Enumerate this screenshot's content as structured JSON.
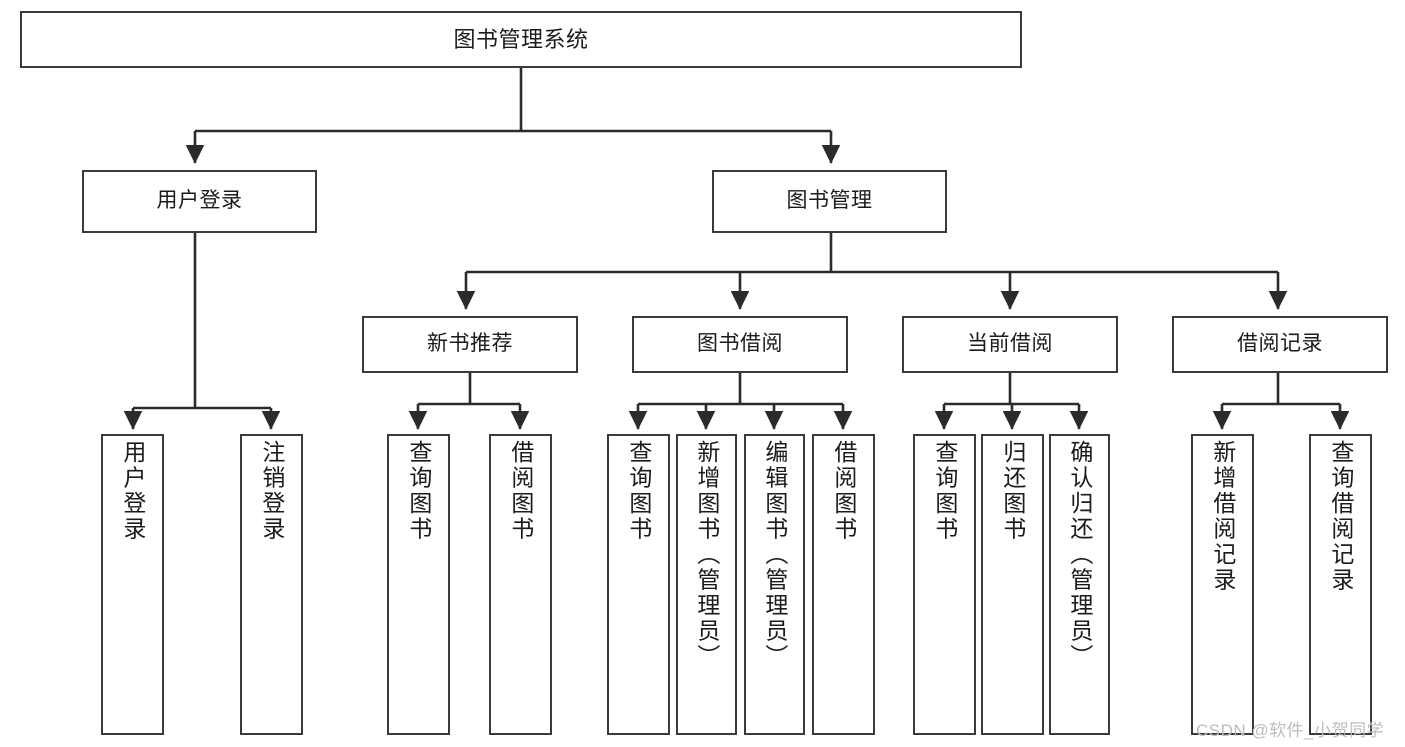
{
  "diagram": {
    "type": "tree",
    "title": "图书管理系统",
    "orientation": "top-down",
    "colors": {
      "node_border": "#3a3a3a",
      "node_fill": "#ffffff",
      "edge": "#2b2b2b",
      "text": "#1b1b1b",
      "watermark": "#bdbdbd"
    },
    "watermark": "CSDN @软件_小贺同学",
    "nodes": {
      "root": {
        "label": "图书管理系统",
        "level": 1
      },
      "level2": [
        {
          "id": "user-login",
          "label": "用户登录"
        },
        {
          "id": "book-management",
          "label": "图书管理"
        }
      ],
      "level3": [
        {
          "id": "new-book-recommend",
          "label": "新书推荐",
          "parent": "book-management"
        },
        {
          "id": "book-borrow",
          "label": "图书借阅",
          "parent": "book-management"
        },
        {
          "id": "current-borrow",
          "label": "当前借阅",
          "parent": "book-management"
        },
        {
          "id": "borrow-record",
          "label": "借阅记录",
          "parent": "book-management"
        }
      ],
      "leaves": [
        {
          "id": "leaf-user-login",
          "label": "用户登录",
          "parent": "user-login"
        },
        {
          "id": "leaf-logout",
          "label": "注销登录",
          "parent": "user-login"
        },
        {
          "id": "leaf-query-book-1",
          "label": "查询图书",
          "parent": "new-book-recommend"
        },
        {
          "id": "leaf-borrow-book-1",
          "label": "借阅图书",
          "parent": "new-book-recommend"
        },
        {
          "id": "leaf-query-book-2",
          "label": "查询图书",
          "parent": "book-borrow"
        },
        {
          "id": "leaf-add-book",
          "label": "新增图书（管理员）",
          "parent": "book-borrow"
        },
        {
          "id": "leaf-edit-book",
          "label": "编辑图书（管理员）",
          "parent": "book-borrow"
        },
        {
          "id": "leaf-borrow-book-2",
          "label": "借阅图书",
          "parent": "book-borrow"
        },
        {
          "id": "leaf-query-book-3",
          "label": "查询图书",
          "parent": "current-borrow"
        },
        {
          "id": "leaf-return-book",
          "label": "归还图书",
          "parent": "current-borrow"
        },
        {
          "id": "leaf-confirm-return",
          "label": "确认归还（管理员）",
          "parent": "current-borrow"
        },
        {
          "id": "leaf-add-record",
          "label": "新增借阅记录",
          "parent": "borrow-record"
        },
        {
          "id": "leaf-query-record",
          "label": "查询借阅记录",
          "parent": "borrow-record"
        }
      ]
    }
  }
}
